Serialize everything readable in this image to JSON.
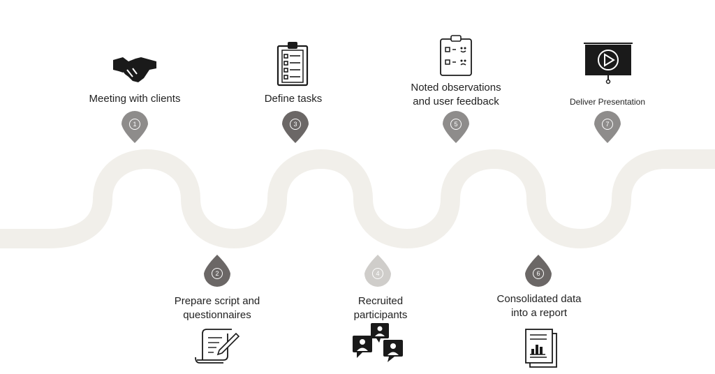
{
  "colors": {
    "path": "#f1efea",
    "marker_dark": "#6b6766",
    "marker_gray": "#8e8c8b",
    "marker_light": "#cfcdca",
    "icon": "#1a1a1a"
  },
  "steps": [
    {
      "number": "1",
      "lines": [
        "Meeting with clients"
      ],
      "icon": "handshake-icon",
      "shade": "gray"
    },
    {
      "number": "2",
      "lines": [
        "Prepare script and",
        "questionnaires"
      ],
      "icon": "script-scroll-icon",
      "shade": "dark"
    },
    {
      "number": "3",
      "lines": [
        "Define tasks"
      ],
      "icon": "clipboard-checklist-icon",
      "shade": "dark"
    },
    {
      "number": "4",
      "lines": [
        "Recruited",
        "participants"
      ],
      "icon": "participants-chat-icon",
      "shade": "light"
    },
    {
      "number": "5",
      "lines": [
        "Noted observations",
        "and user feedback"
      ],
      "icon": "feedback-form-icon",
      "shade": "gray"
    },
    {
      "number": "6",
      "lines": [
        "Consolidated data",
        "into a report"
      ],
      "icon": "report-icon",
      "shade": "dark"
    },
    {
      "number": "7",
      "lines": [
        "Deliver Presentation"
      ],
      "icon": "presentation-screen-icon",
      "shade": "gray"
    }
  ]
}
